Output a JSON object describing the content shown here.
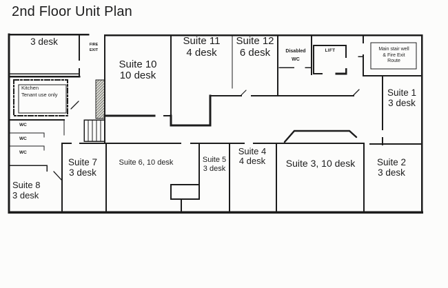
{
  "page": {
    "title": "2nd Floor Unit Plan"
  },
  "rooms": {
    "top_left_office": {
      "label": "3 desk"
    },
    "suite_10": {
      "name": "Suite 10",
      "capacity": "10 desk"
    },
    "suite_11": {
      "name": "Suite 11",
      "capacity": "4 desk"
    },
    "suite_12": {
      "name": "Suite 12",
      "capacity": "6 desk"
    },
    "suite_1": {
      "name": "Suite 1",
      "capacity": "3 desk"
    },
    "suite_2": {
      "name": "Suite 2",
      "capacity": "3 desk"
    },
    "suite_3": {
      "label": "Suite 3, 10 desk"
    },
    "suite_4": {
      "name": "Suite 4",
      "capacity": "4 desk"
    },
    "suite_5": {
      "name": "Suite 5",
      "capacity": "3 desk"
    },
    "suite_6": {
      "label": "Suite 6, 10 desk"
    },
    "suite_7": {
      "name": "Suite 7",
      "capacity": "3 desk"
    },
    "suite_8": {
      "name": "Suite 8",
      "capacity": "3 desk"
    }
  },
  "facilities": {
    "fire_exit": {
      "line1": "FIRE",
      "line2": "EXIT"
    },
    "kitchen": {
      "line1": "Kitchen",
      "line2": "Tenant use only"
    },
    "wc_1": {
      "label": "WC"
    },
    "wc_2": {
      "label": "WC"
    },
    "wc_3": {
      "label": "WC"
    },
    "disabled_wc": {
      "line1": "Disabled",
      "line2": "WC"
    },
    "lift": {
      "label": "LIFT"
    },
    "main_stairwell": {
      "line1": "Main stair well",
      "line2": "& Fire Exit",
      "line3": "Route"
    }
  },
  "colors": {
    "ink": "#1c1c1c",
    "paper": "#fcfcfb"
  }
}
